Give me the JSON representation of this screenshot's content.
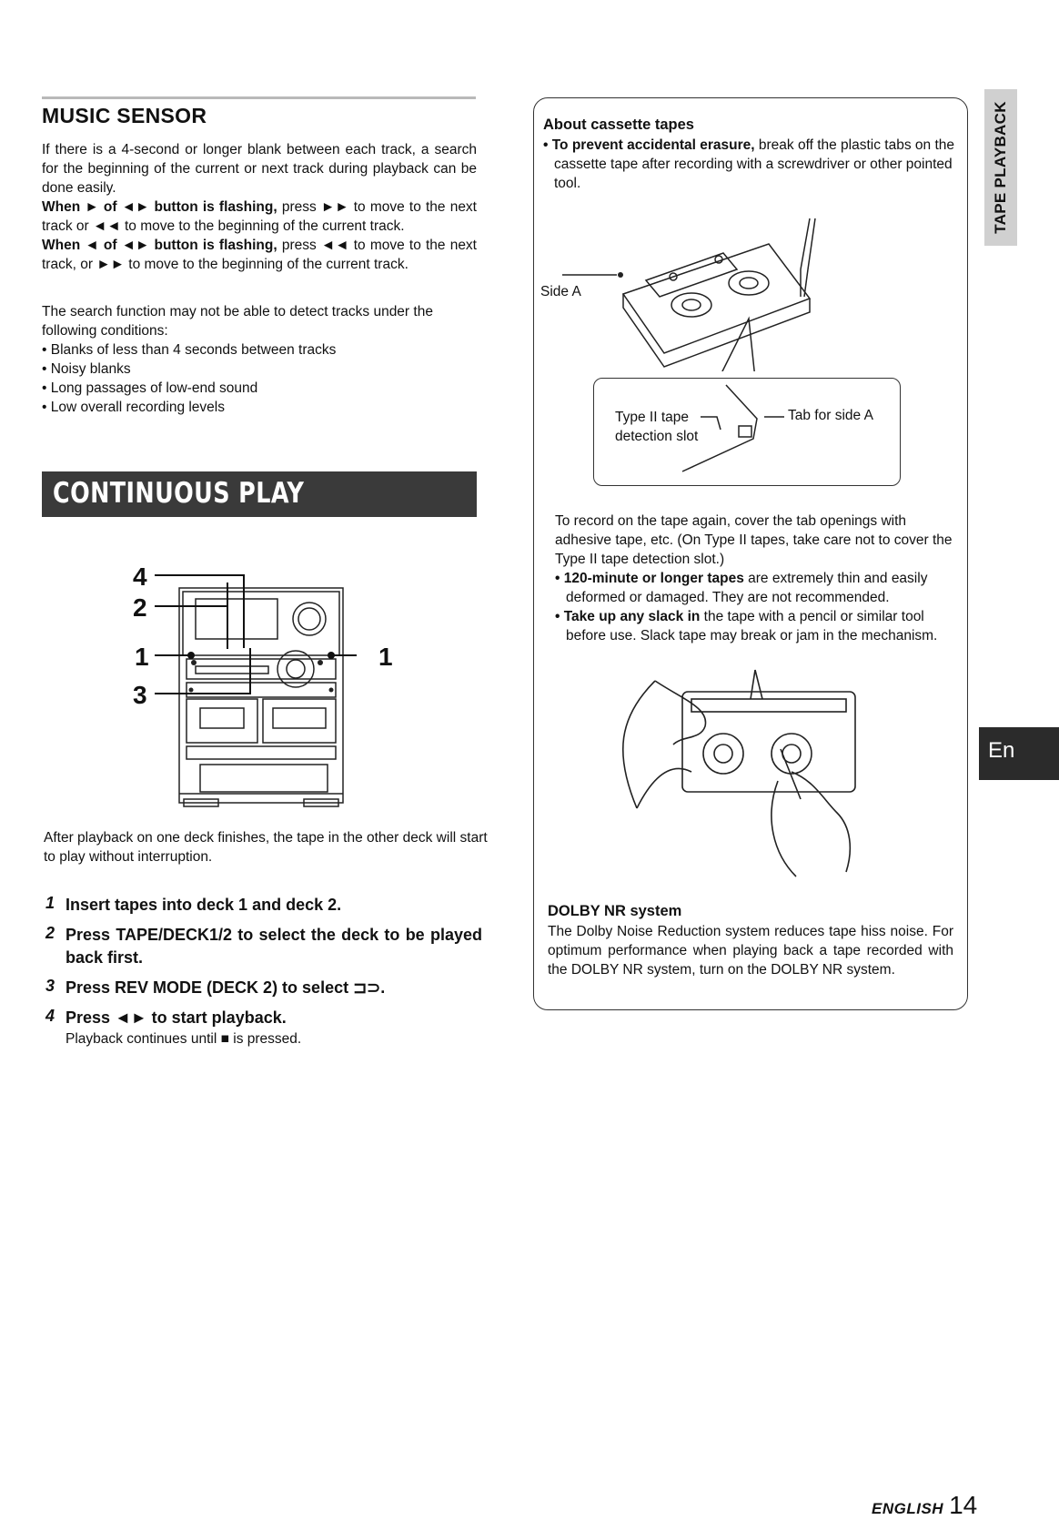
{
  "music_sensor": {
    "heading": "MUSIC SENSOR",
    "intro": "If there is a 4-second or longer blank between each track, a search for the beginning of the current or next track during playback can be done easily.",
    "when1_bold": "When ► of ◄► button is flashing,",
    "when1_rest": " press ►► to move to the next track or ◄◄ to move to the beginning of the current track.",
    "when2_bold": "When ◄ of ◄► button is flashing,",
    "when2_rest": " press ◄◄ to move to the next track, or ►► to move to the beginning of the current track.",
    "search_note": "The search function may not be able to detect tracks under the following conditions:",
    "conditions": [
      "• Blanks of less than 4 seconds between tracks",
      "• Noisy blanks",
      "• Long passages of low-end sound",
      "• Low overall recording levels"
    ]
  },
  "continuous_play": {
    "banner": "CONTINUOUS PLAY",
    "callouts": {
      "c4": "4",
      "c2": "2",
      "c1_left": "1",
      "c3": "3",
      "c1_right": "1"
    },
    "after_playback": "After playback on one deck finishes, the tape in the other deck will start to play without interruption.",
    "steps": [
      {
        "num": "1",
        "text": "Insert tapes into deck 1 and deck 2.",
        "sub": ""
      },
      {
        "num": "2",
        "text": "Press TAPE/DECK1/2 to select the deck to be played back first.",
        "sub": ""
      },
      {
        "num": "3",
        "text": "Press REV MODE (DECK 2) to select ⊐⊃.",
        "sub": ""
      },
      {
        "num": "4",
        "text": "Press ◄► to start playback.",
        "sub": "Playback continues until ■ is pressed."
      }
    ]
  },
  "cassette": {
    "heading": "About cassette tapes",
    "erasure_bold": "• To prevent accidental erasure,",
    "erasure_rest": " break off the plastic tabs on the cassette tape after recording with a screwdriver or other pointed tool.",
    "side_a": "Side A",
    "type2_label": "Type II tape detection slot",
    "tab_label": "Tab for side A",
    "record_again": "To record on the tape again, cover the tab openings with adhesive tape, etc. (On Type II tapes, take care not to cover the Type II tape detection slot.)",
    "long_bold": "• 120-minute or longer tapes",
    "long_rest": " are extremely thin and easily deformed or damaged. They are not recommended.",
    "slack_bold": "• Take up any slack in",
    "slack_rest": " the tape with a pencil or similar tool before use. Slack tape may break or jam in the mechanism."
  },
  "dolby": {
    "heading": "DOLBY NR system",
    "text": "The Dolby Noise Reduction system reduces tape hiss noise. For optimum performance when playing back a tape recorded with the DOLBY NR system, turn on the DOLBY NR system."
  },
  "side_tab": {
    "label": "TAPE PLAYBACK"
  },
  "lang_tab": {
    "label": "En"
  },
  "footer": {
    "language": "ENGLISH",
    "page": "14"
  }
}
